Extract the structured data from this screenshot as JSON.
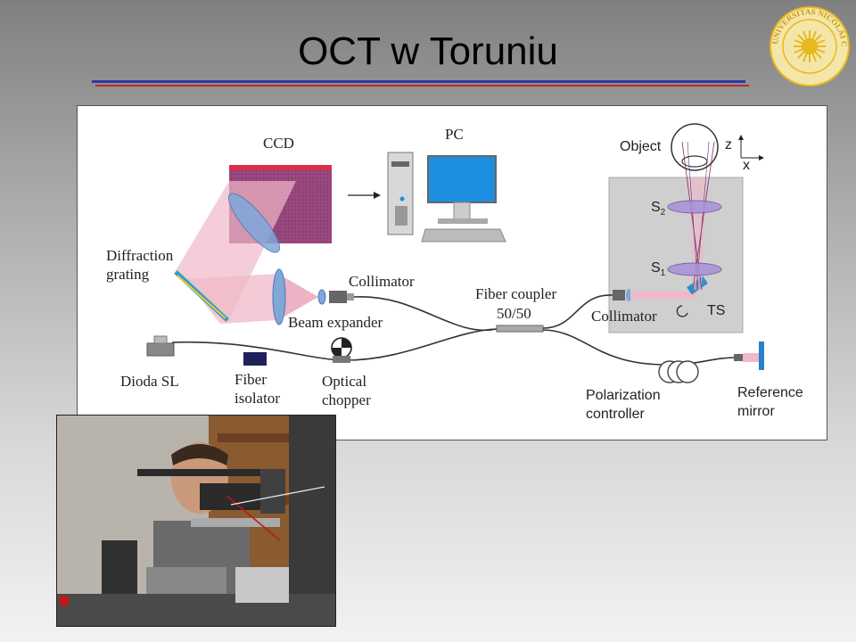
{
  "slide": {
    "title": "OCT w Toruniu"
  },
  "logo": {
    "text": "UNIVERSITAS NICOLAI COPERNICI"
  },
  "diagram": {
    "labels": {
      "ccd": "CCD",
      "pc": "PC",
      "object": "Object",
      "axis_z": "z",
      "axis_x": "x",
      "s2_base": "S",
      "s2_sub": "2",
      "s1_base": "S",
      "s1_sub": "1",
      "diffraction_line1": "Diffraction",
      "diffraction_line2": "grating",
      "collimator_left": "Collimator",
      "beam_expander": "Beam expander",
      "fiber_coupler_line1": "Fiber coupler",
      "fiber_coupler_line2": "50/50",
      "collimator_right": "Collimator",
      "ts": "TS",
      "dioda": "Dioda SL",
      "fiber_isolator_line1": "Fiber",
      "fiber_isolator_line2": "isolator",
      "optical_chopper_line1": "Optical",
      "optical_chopper_line2": "chopper",
      "polarization_line1": "Polarization",
      "polarization_line2": "controller",
      "reference_line1": "Reference",
      "reference_line2": "mirror"
    }
  },
  "colors": {
    "title_rule_blue": "#2a3aa8",
    "title_rule_red": "#c0282a",
    "logo_gold": "#e8b820",
    "ccd_purple": "#8e3a6e",
    "beam_pink": "#f0b8c8",
    "lens_blue": "#7fa8d8",
    "monitor_blue": "#1e8fe0"
  }
}
